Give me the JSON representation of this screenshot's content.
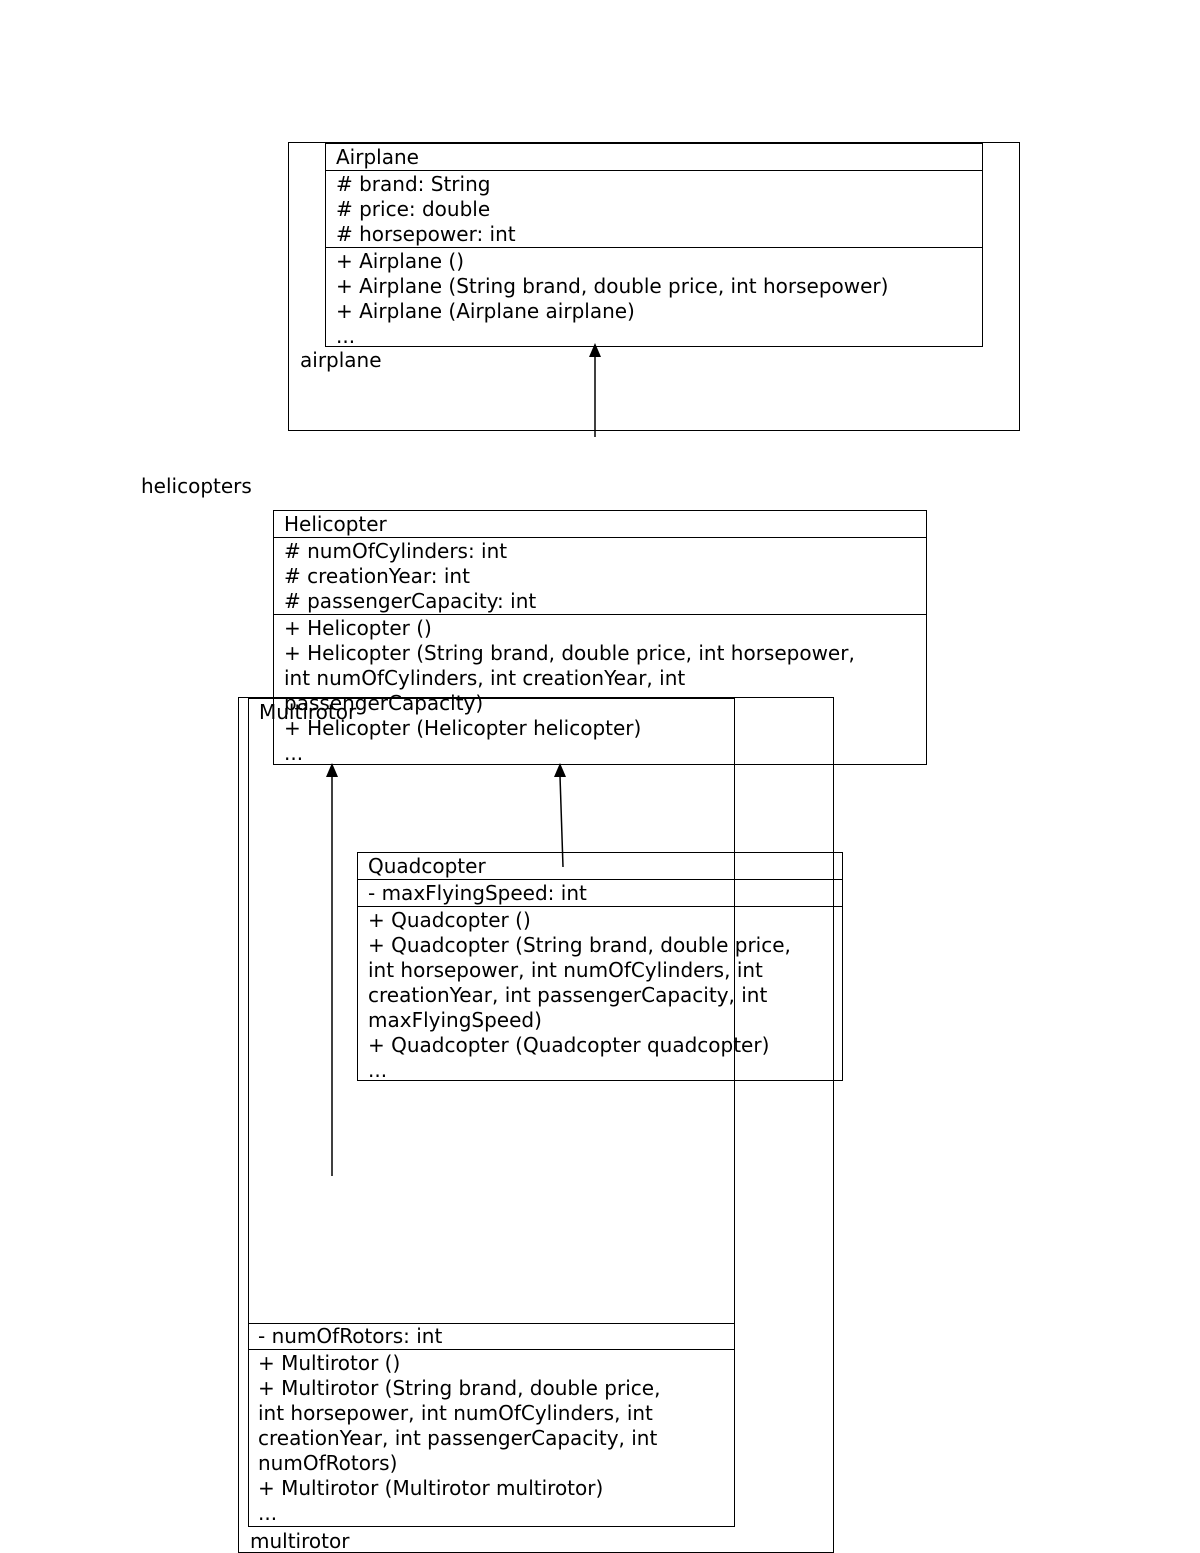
{
  "packages": {
    "airplane": "airplane",
    "helicopters": "helicopters",
    "multirotor": "multirotor"
  },
  "classes": {
    "airplane": {
      "name": "Airplane",
      "attributes": [
        "# brand: String",
        "# price: double",
        "# horsepower: int"
      ],
      "methods": [
        "+ Airplane ()",
        "+ Airplane (String brand, double price, int horsepower)",
        "+ Airplane (Airplane airplane)",
        "..."
      ]
    },
    "helicopter": {
      "name": "Helicopter",
      "attributes": [
        "# numOfCylinders: int",
        "# creationYear: int",
        "# passengerCapacity: int"
      ],
      "methods": [
        "+ Helicopter ()",
        "+ Helicopter (String brand, double price, int horsepower,",
        "int numOfCylinders, int creationYear, int",
        "passengerCapacity)",
        "+ Helicopter (Helicopter helicopter)",
        "..."
      ]
    },
    "quadcopter": {
      "name": "Quadcopter",
      "attributes": [
        "- maxFlyingSpeed: int"
      ],
      "methods": [
        "+ Quadcopter ()",
        "+ Quadcopter (String brand, double price,",
        "int horsepower, int numOfCylinders, int",
        "creationYear, int passengerCapacity, int",
        "maxFlyingSpeed)",
        "+ Quadcopter (Quadcopter quadcopter)",
        "..."
      ]
    },
    "multirotor": {
      "name": "Multirotor",
      "attributes": [
        "- numOfRotors: int"
      ],
      "methods": [
        "+ Multirotor ()",
        "+ Multirotor (String brand, double price,",
        "int horsepower, int numOfCylinders, int",
        "creationYear, int passengerCapacity, int",
        "numOfRotors)",
        "+ Multirotor (Multirotor multirotor)",
        "..."
      ]
    }
  }
}
